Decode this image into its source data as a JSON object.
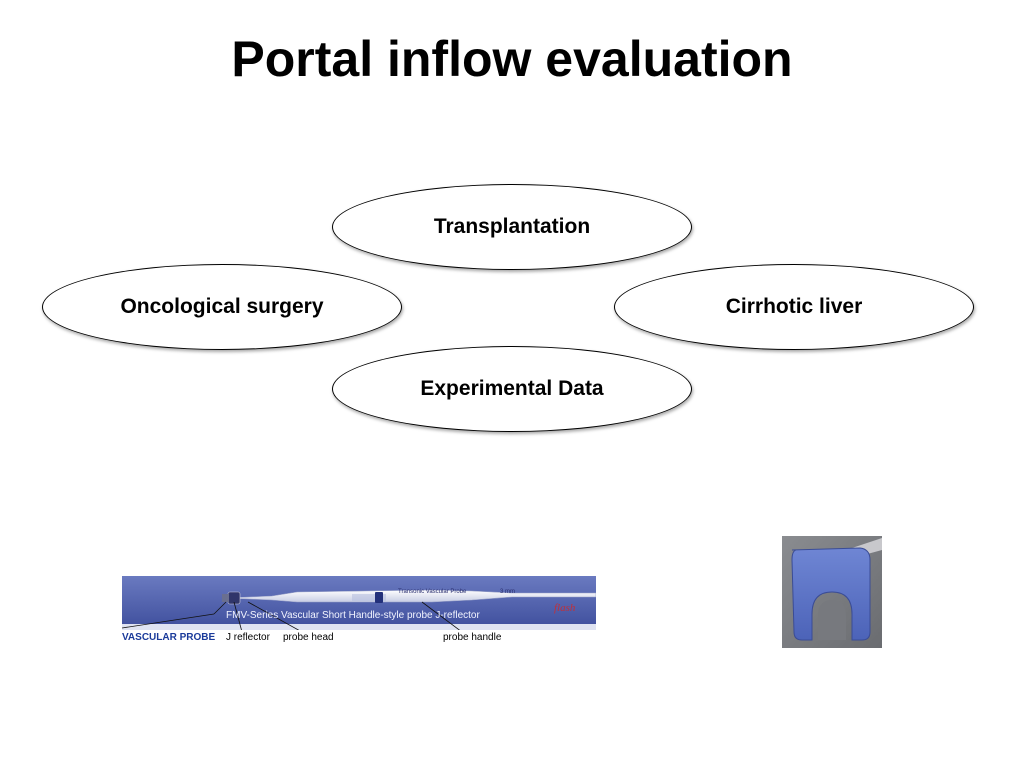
{
  "slide": {
    "title": "Portal inflow evaluation"
  },
  "topics": {
    "transplantation": "Transplantation",
    "oncological_surgery": "Oncological surgery",
    "cirrhotic_liver": "Cirrhotic liver",
    "experimental_data": "Experimental Data"
  },
  "probe_image": {
    "series_label": "FMV-Series Vascular Short Handle-style probe J-reflector",
    "handle_text": "Transonic Vascular Probe",
    "size_text": "3 mm",
    "brand_text": "flash",
    "caption_vascular_probe": "VASCULAR PROBE",
    "caption_j_reflector": "J reflector",
    "caption_probe_head": "probe head",
    "caption_probe_handle": "probe handle"
  },
  "colors": {
    "probe_background": "#4a5aa8",
    "clip_color": "#5872c8"
  }
}
